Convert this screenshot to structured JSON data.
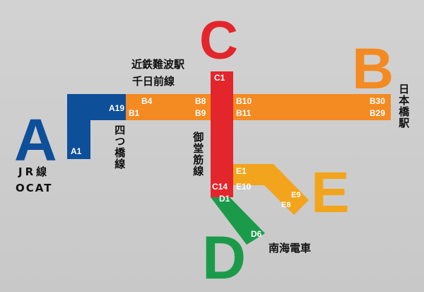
{
  "colors": {
    "background": "#cdcdcd",
    "line_a": "#0e4f9a",
    "line_b": "#f38a22",
    "line_c": "#e3262c",
    "line_d": "#1b9b4a",
    "line_e": "#f2a51c"
  },
  "lines": {
    "a": {
      "letter": "A",
      "station_labels": [
        "A19",
        "A1"
      ],
      "operator_label": "JR線",
      "operator_label_2": "OCAT",
      "name_vertical": "四つ橋線"
    },
    "b": {
      "letter": "B",
      "station_labels_top": [
        "B4",
        "B8",
        "B10",
        "B30"
      ],
      "station_labels_bottom": [
        "B1",
        "B9",
        "B11",
        "B29"
      ],
      "name_left_1": "近鉄難波駅",
      "name_left_2": "千日前線",
      "name_right_vertical": "日本橋駅"
    },
    "c": {
      "letter": "C",
      "station_labels": [
        "C1",
        "C14"
      ],
      "name_vertical": "御堂筋線"
    },
    "d": {
      "letter": "D",
      "station_labels": [
        "D1",
        "D6"
      ],
      "name": "南海電車"
    },
    "e": {
      "letter": "E",
      "station_labels": [
        "E1",
        "E10",
        "E9",
        "E8"
      ]
    }
  }
}
